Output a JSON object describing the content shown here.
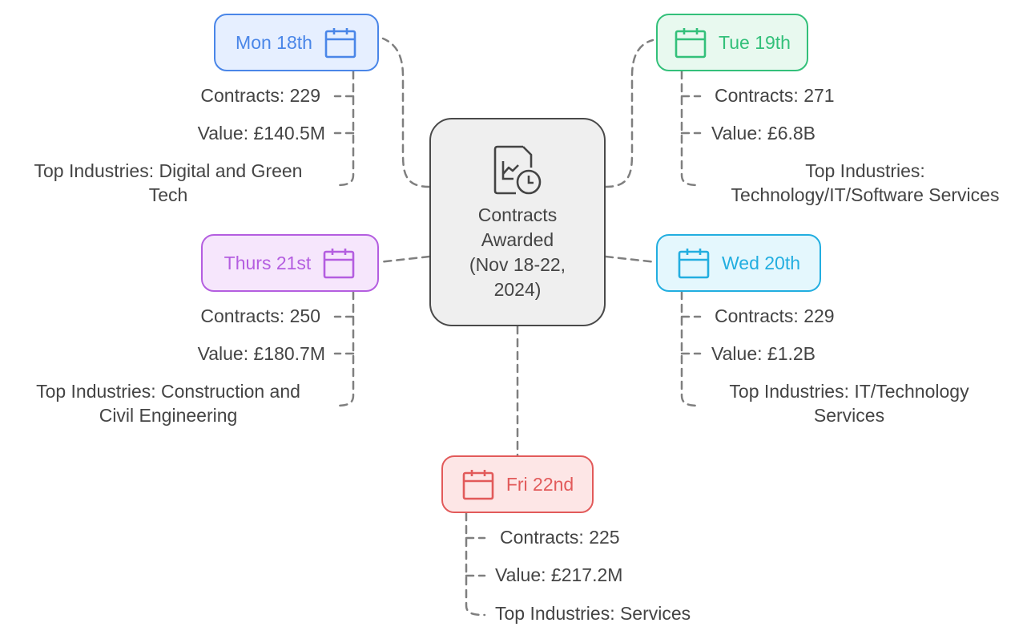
{
  "center": {
    "title": "Contracts\nAwarded\n(Nov 18-22,\n2024)",
    "icon": "chart-document-clock-icon"
  },
  "days": [
    {
      "id": "mon",
      "label": "Mon 18th",
      "icon": "calendar-icon",
      "color": "#4a86e8",
      "fill": "#e6efff",
      "contracts": "Contracts: 229",
      "value": "Value: £140.5M",
      "industries": "Top Industries: Digital and Green\nTech"
    },
    {
      "id": "tue",
      "label": "Tue 19th",
      "icon": "calendar-icon",
      "color": "#33c07a",
      "fill": "#e8f9ef",
      "contracts": "Contracts: 271",
      "value": "Value: £6.8B",
      "industries": "Top Industries:\nTechnology/IT/Software Services"
    },
    {
      "id": "wed",
      "label": "Wed 20th",
      "icon": "calendar-icon",
      "color": "#22aee0",
      "fill": "#e4f7fd",
      "contracts": "Contracts: 229",
      "value": "Value: £1.2B",
      "industries": "Top Industries: IT/Technology\nServices"
    },
    {
      "id": "thu",
      "label": "Thurs 21st",
      "icon": "calendar-icon",
      "color": "#b45ee0",
      "fill": "#f6e6fc",
      "contracts": "Contracts: 250",
      "value": "Value: £180.7M",
      "industries": "Top Industries: Construction and\nCivil Engineering"
    },
    {
      "id": "fri",
      "label": "Fri 22nd",
      "icon": "calendar-icon",
      "color": "#e25a5a",
      "fill": "#fde6e6",
      "contracts": "Contracts: 225",
      "value": "Value: £217.2M",
      "industries": "Top Industries: Services"
    }
  ]
}
